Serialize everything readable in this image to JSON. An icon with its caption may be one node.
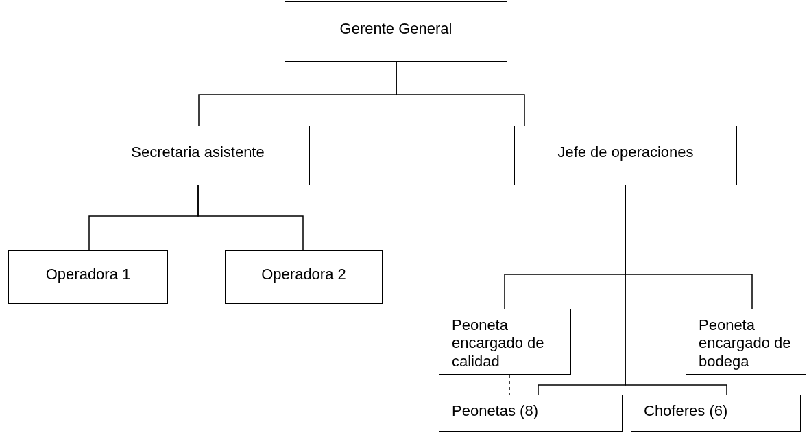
{
  "diagram": {
    "nodes": [
      {
        "text": [
          "Gerente General"
        ]
      },
      {
        "text": [
          "Secretaria asistente"
        ]
      },
      {
        "text": [
          "Jefe de operaciones"
        ]
      },
      {
        "text": [
          "Operadora 1"
        ]
      },
      {
        "text": [
          "Operadora 2"
        ]
      },
      {
        "text": [
          "Peoneta encargado de calidad"
        ]
      },
      {
        "text": [
          "Peoneta encargado de bodega"
        ]
      },
      {
        "text": [
          "Peonetas (8)"
        ]
      },
      {
        "text": [
          "Choferes (6)"
        ]
      }
    ],
    "edges": [
      {
        "from": 0,
        "to": 1,
        "arrow": "none"
      },
      {
        "from": 0,
        "to": 2,
        "arrow": "none"
      },
      {
        "from": 1,
        "to": 3,
        "arrow": "none"
      },
      {
        "from": 1,
        "to": 4,
        "arrow": "none"
      },
      {
        "from": 2,
        "to": 5,
        "arrow": "none"
      },
      {
        "from": 2,
        "to": 6,
        "arrow": "none"
      },
      {
        "from": 2,
        "to": 7,
        "arrow": "none"
      },
      {
        "from": 2,
        "to": 8,
        "arrow": "none"
      },
      {
        "from": 5,
        "to": 7,
        "arrow": "none",
        "style": "dashed"
      }
    ]
  }
}
